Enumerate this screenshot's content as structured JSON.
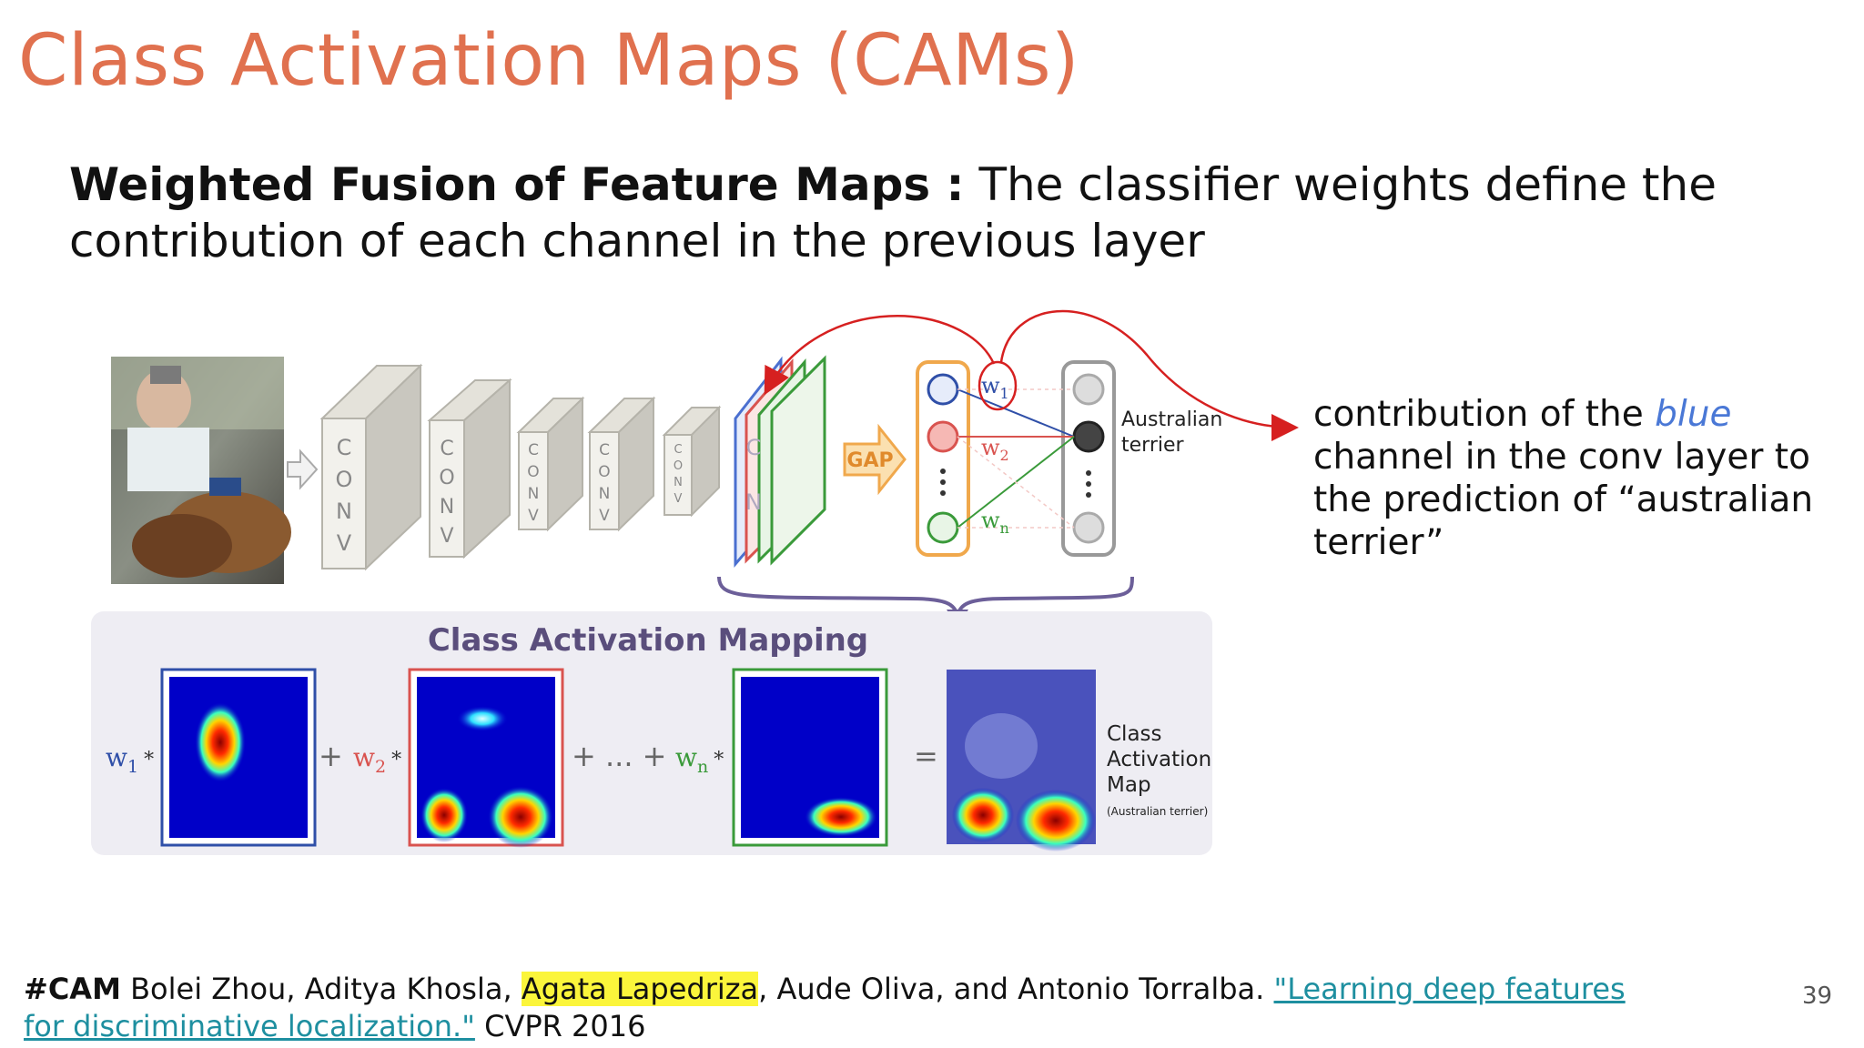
{
  "title": "Class Activation Maps (CAMs)",
  "subtitle": {
    "bold": "Weighted Fusion of Feature Maps  :",
    "rest": " The classifier weights define the contribution of each channel in the previous layer"
  },
  "side_note": {
    "before": "contribution of the ",
    "highlight": "blue",
    "after": " channel in the conv layer to the prediction of “australian terrier”"
  },
  "diagram": {
    "conv_label": "CONV",
    "conv_letters": [
      "C",
      "O",
      "N",
      "V"
    ],
    "gap_label": "GAP",
    "weights": {
      "w": "w",
      "s1": "1",
      "s2": "2",
      "sn": "n"
    },
    "class_label": [
      "Australian",
      "terrier"
    ],
    "mapping_title": "Class Activation Mapping",
    "equation": {
      "plus": "+",
      "dots": "+ ... +",
      "equals": "=",
      "star": "*"
    },
    "output_label": [
      "Class",
      "Activation",
      "Map"
    ],
    "output_sublabel": "(Australian terrier)"
  },
  "footer": {
    "tag": "#CAM",
    "authors_a": " Bolei Zhou, Aditya Khosla, ",
    "highlighted_author": "Agata Lapedriza",
    "authors_b": ", Aude Oliva, and Antonio Torralba. ",
    "paper_link": "\"Learning deep features for discriminative localization.\"",
    "venue": " CVPR 2016"
  },
  "page_number": "39",
  "colors": {
    "title": "#e0714f",
    "blue_channel": "#2f4fa8",
    "red_channel": "#d9534f",
    "green_channel": "#3a9a3a",
    "arrow": "#d62020",
    "gap": "#f0a84c"
  }
}
